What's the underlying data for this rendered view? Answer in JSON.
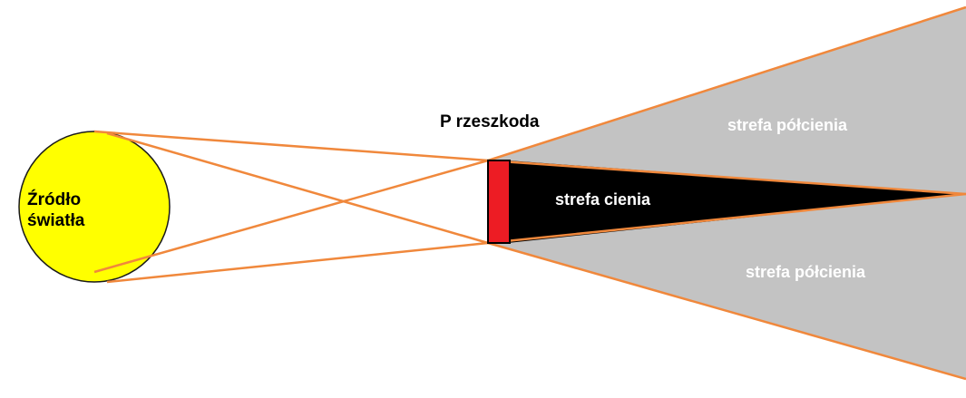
{
  "labels": {
    "source_line1": "Źródło",
    "source_line2": "światła",
    "obstacle": "P rzeszkoda",
    "umbra": "strefa cienia",
    "penumbra_top": "strefa półcienia",
    "penumbra_bottom": "strefa półcienia"
  },
  "colors": {
    "background": "#ffffff",
    "source_fill": "#ffff00",
    "source_stroke": "#1a1a1a",
    "obstacle_fill": "#ed1c24",
    "umbra_fill": "#000000",
    "penumbra_fill": "#c3c3c3",
    "ray_stroke": "#f0883c",
    "label_dark": "#000000",
    "label_light": "#ffffff"
  }
}
